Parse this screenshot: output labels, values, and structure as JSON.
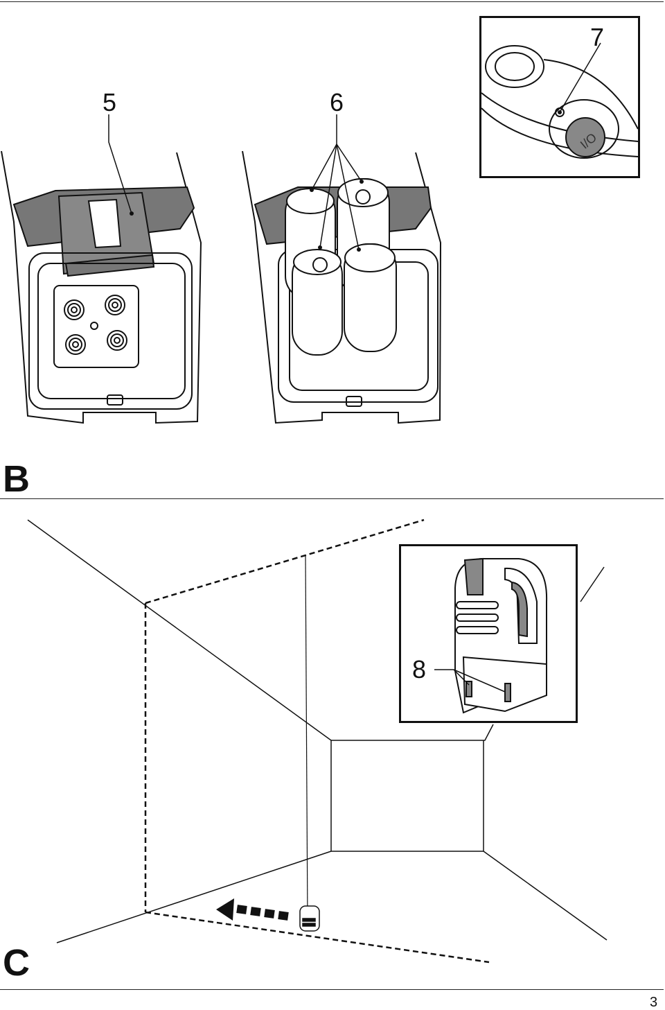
{
  "figure_b": {
    "callouts": [
      "5",
      "6",
      "7"
    ],
    "label": "B"
  },
  "figure_c": {
    "callouts": [
      "8"
    ],
    "label": "C"
  },
  "footer": {
    "page_number": "3"
  }
}
